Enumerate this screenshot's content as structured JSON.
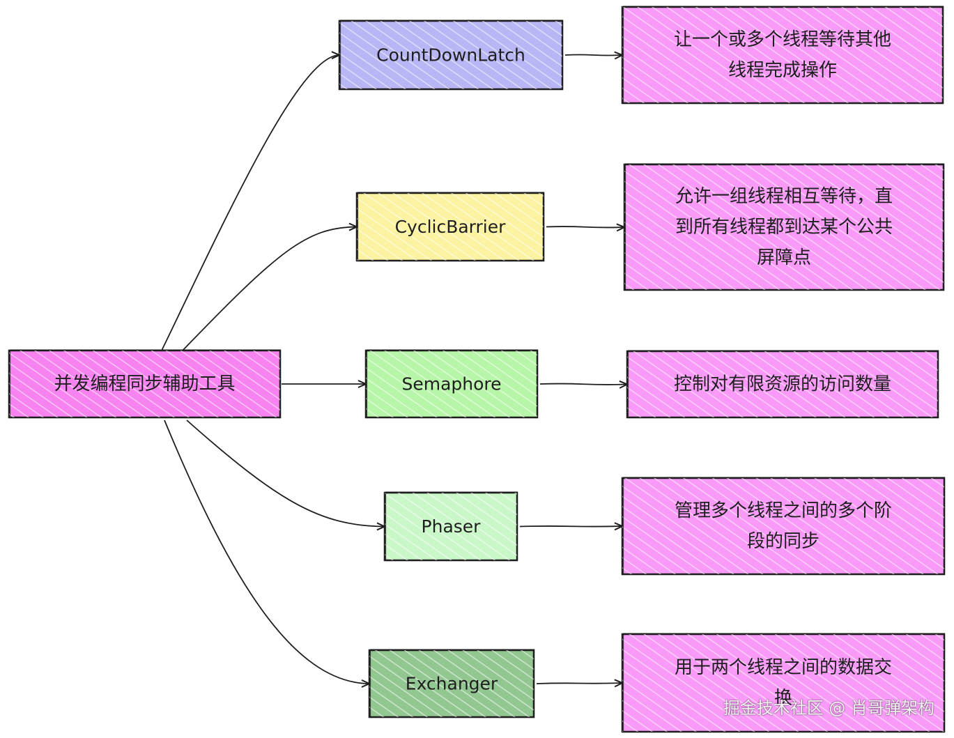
{
  "diagram": {
    "root": {
      "id": "root",
      "label": "并发编程同步辅助工具",
      "color": "#f783f0"
    },
    "tools": [
      {
        "id": "countdownlatch",
        "label": "CountDownLatch",
        "color": "#b8b6f5",
        "description": [
          "让一个或多个线程等待其他",
          "线程完成操作"
        ]
      },
      {
        "id": "cyclicbarrier",
        "label": "CyclicBarrier",
        "color": "#fbf3a2",
        "description": [
          "允许一组线程相互等待，直",
          "到所有线程都到达某个公共",
          "屏障点"
        ]
      },
      {
        "id": "semaphore",
        "label": "Semaphore",
        "color": "#b7f5a8",
        "description": [
          "控制对有限资源的访问数量"
        ]
      },
      {
        "id": "phaser",
        "label": "Phaser",
        "color": "#c9f7c8",
        "description": [
          "管理多个线程之间的多个阶",
          "段的同步"
        ]
      },
      {
        "id": "exchanger",
        "label": "Exchanger",
        "color": "#93c791",
        "description": [
          "用于两个线程之间的数据交",
          "换"
        ]
      }
    ],
    "description_color": "#f99af8",
    "stroke_color": "#1e1e1e"
  },
  "watermark": "掘金技术社区 @ 肖哥弹架构"
}
